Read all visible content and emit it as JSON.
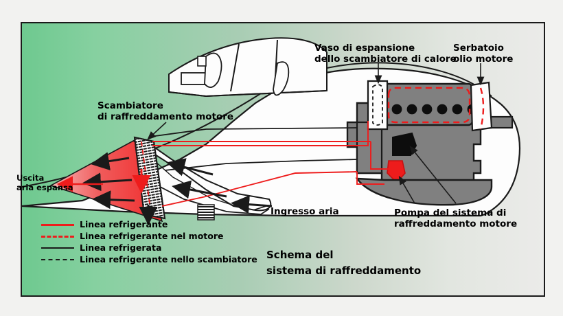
{
  "diagram": {
    "title_line1": "Schema del",
    "title_line2": "sistema di raffreddamento",
    "background": {
      "left_color": "#6ec98f",
      "right_color": "#ebebe9"
    },
    "colors": {
      "coolant_red": "#ee1c1c",
      "engine_gray": "#808080",
      "engine_gray_dark": "#6b6b6b",
      "outline_black": "#1a1a1a",
      "body_white": "#fdfdfd",
      "hot_air_red": "#ef3b3b"
    }
  },
  "labels": {
    "expansion_tank": {
      "line1": "Vaso di espansione",
      "line2": "dello scambiatore di calore"
    },
    "oil_tank": {
      "line1": "Serbatoio",
      "line2": "olio motore"
    },
    "heat_exchanger": {
      "line1": "Scambiatore",
      "line2": "di raffreddamento motore"
    },
    "air_outlet": {
      "line1": "Uscita",
      "line2": "aria espansa"
    },
    "air_inlet": {
      "line1": "Ingresso aria"
    },
    "pump": {
      "line1": "Pompa del sistema di",
      "line2": "raffreddamento motore"
    }
  },
  "legend": {
    "items": [
      {
        "label": "Linea refrigerante",
        "style": "solid",
        "color": "#ee1c1c",
        "key": "k-solid-red"
      },
      {
        "label": "Linea refrigerante nel motore",
        "style": "dashed",
        "color": "#ee1c1c",
        "key": "k-dash-red"
      },
      {
        "label": "Linea refrigerata",
        "style": "solid",
        "color": "#1a1a1a",
        "key": "k-solid-black"
      },
      {
        "label": "Linea refrigerante nello scambiatore",
        "style": "dashed",
        "color": "#1a1a1a",
        "key": "k-dash-black"
      }
    ]
  },
  "components": {
    "engine_cylinder_count": 6,
    "radiator_name": "radiator-matrix",
    "pump_name": "coolant-pump",
    "supercharger_name": "supercharger-wedge",
    "intake_grille_name": "intake-grille"
  }
}
